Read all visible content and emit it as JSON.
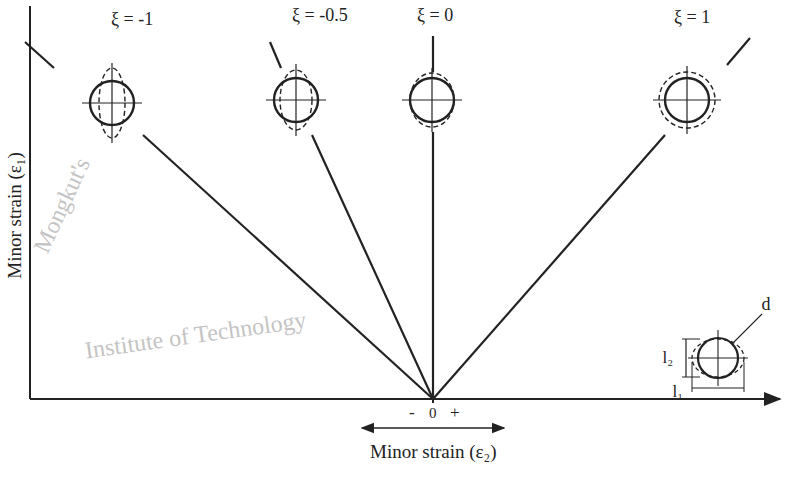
{
  "diagram": {
    "labels": [
      "Mongkut's",
      "Institute of Technology",
      "ξ = -1",
      "ξ = -0.5",
      "ξ = 0",
      "ξ = 1",
      "d",
      "l₂",
      "l₁",
      "-",
      "0",
      "+",
      "Minor strain (ε₂)",
      "Minor strain (ε₁)"
    ]
  }
}
